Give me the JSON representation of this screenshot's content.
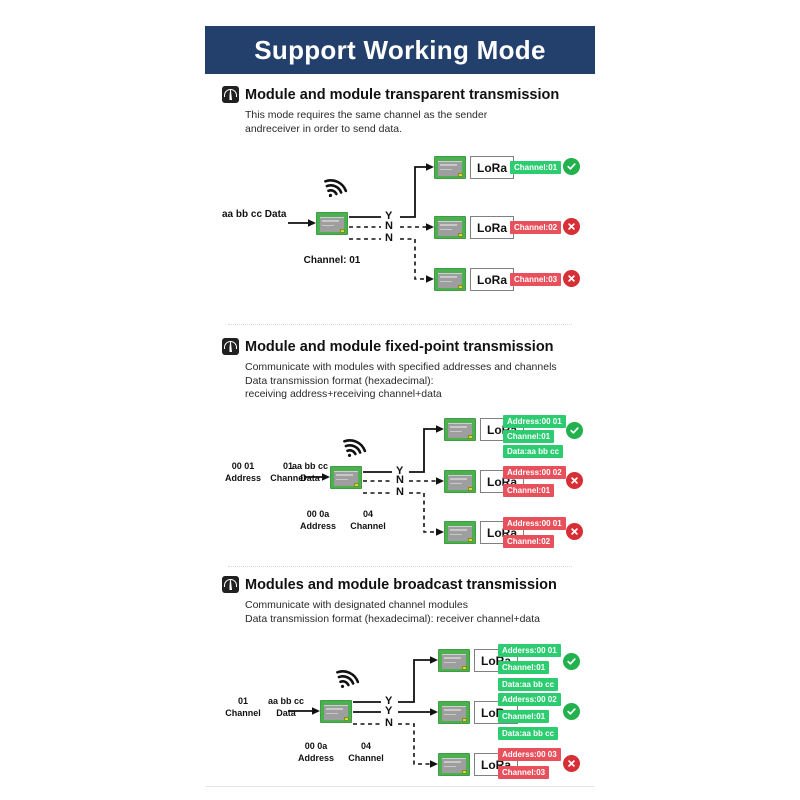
{
  "header": {
    "title": "Support Working Mode"
  },
  "sections": [
    {
      "id": "transparent",
      "icon": "antenna-icon",
      "title": "Module and module transparent transmission",
      "description": "This mode requires the same channel as the sender\nandreceiver in order to send data.",
      "source": {
        "data_label": "aa bb cc\nData",
        "bottom_label": "Channel:  01"
      },
      "branches": [
        {
          "decision": "Y",
          "lora_label": "LoRa",
          "badges": [
            {
              "text": "Channel:01",
              "type": "ok"
            }
          ],
          "status": "ok"
        },
        {
          "decision": "N",
          "lora_label": "LoRa",
          "badges": [
            {
              "text": "Channel:02",
              "type": "bad"
            }
          ],
          "status": "bad"
        },
        {
          "decision": "N",
          "lora_label": "LoRa",
          "badges": [
            {
              "text": "Channel:03",
              "type": "bad"
            }
          ],
          "status": "bad"
        }
      ]
    },
    {
      "id": "fixed-point",
      "icon": "antenna-icon",
      "title": "Module and module fixed-point transmission",
      "description": "Communicate with modules with specified addresses and channels\nData transmission format (hexadecimal):\nreceiving address+receiving channel+data",
      "source": {
        "in_address_value": "00 01",
        "in_address_label": "Address",
        "in_channel_value": "01",
        "in_channel_label": "Channel",
        "in_data_value": "aa bb cc",
        "in_data_label": "Data",
        "dev_address_value": "00 0a",
        "dev_address_label": "Address",
        "dev_channel_value": "04",
        "dev_channel_label": "Channel"
      },
      "branches": [
        {
          "decision": "Y",
          "lora_label": "LoRa",
          "status": "ok",
          "badges": [
            {
              "text": "Address:00 01",
              "type": "ok"
            },
            {
              "text": "Channel:01",
              "type": "ok"
            },
            {
              "text": "Data:aa bb cc",
              "type": "ok"
            }
          ]
        },
        {
          "decision": "N",
          "lora_label": "LoRa",
          "status": "bad",
          "badges": [
            {
              "text": "Address:00 02",
              "type": "bad"
            },
            {
              "text": "Channel:01",
              "type": "bad"
            }
          ]
        },
        {
          "decision": "N",
          "lora_label": "LoRa",
          "status": "bad",
          "badges": [
            {
              "text": "Address:00 01",
              "type": "bad"
            },
            {
              "text": "Channel:02",
              "type": "bad"
            }
          ]
        }
      ]
    },
    {
      "id": "broadcast",
      "icon": "antenna-icon",
      "title": "Modules and module broadcast transmission",
      "description": "Communicate with designated channel modules\nData transmission format (hexadecimal): receiver channel+data",
      "source": {
        "in_channel_value": "01",
        "in_channel_label": "Channel",
        "in_data_value": "aa bb cc",
        "in_data_label": "Data",
        "dev_address_value": "00 0a",
        "dev_address_label": "Address",
        "dev_channel_value": "04",
        "dev_channel_label": "Channel"
      },
      "branches": [
        {
          "decision": "Y",
          "lora_label": "LoRa",
          "status": "ok",
          "badges": [
            {
              "text": "Adderss:00 01",
              "type": "ok"
            },
            {
              "text": "Channel:01",
              "type": "ok"
            },
            {
              "text": "Data:aa bb cc",
              "type": "ok"
            }
          ]
        },
        {
          "decision": "Y",
          "lora_label": "LoRa",
          "status": "ok",
          "badges": [
            {
              "text": "Adderss:00 02",
              "type": "ok"
            },
            {
              "text": "Channel:01",
              "type": "ok"
            },
            {
              "text": "Data:aa bb cc",
              "type": "ok"
            }
          ]
        },
        {
          "decision": "N",
          "lora_label": "LoRa",
          "status": "bad",
          "badges": [
            {
              "text": "Adderss:00 03",
              "type": "bad"
            },
            {
              "text": "Channel:03",
              "type": "bad"
            }
          ]
        }
      ]
    }
  ],
  "colors": {
    "header_bg": "#22406b",
    "ok_green": "#2ecc71",
    "ok_circle": "#22b14c",
    "bad_red": "#e8505b",
    "bad_circle": "#d62f36",
    "pcb_green": "#4caf50"
  }
}
